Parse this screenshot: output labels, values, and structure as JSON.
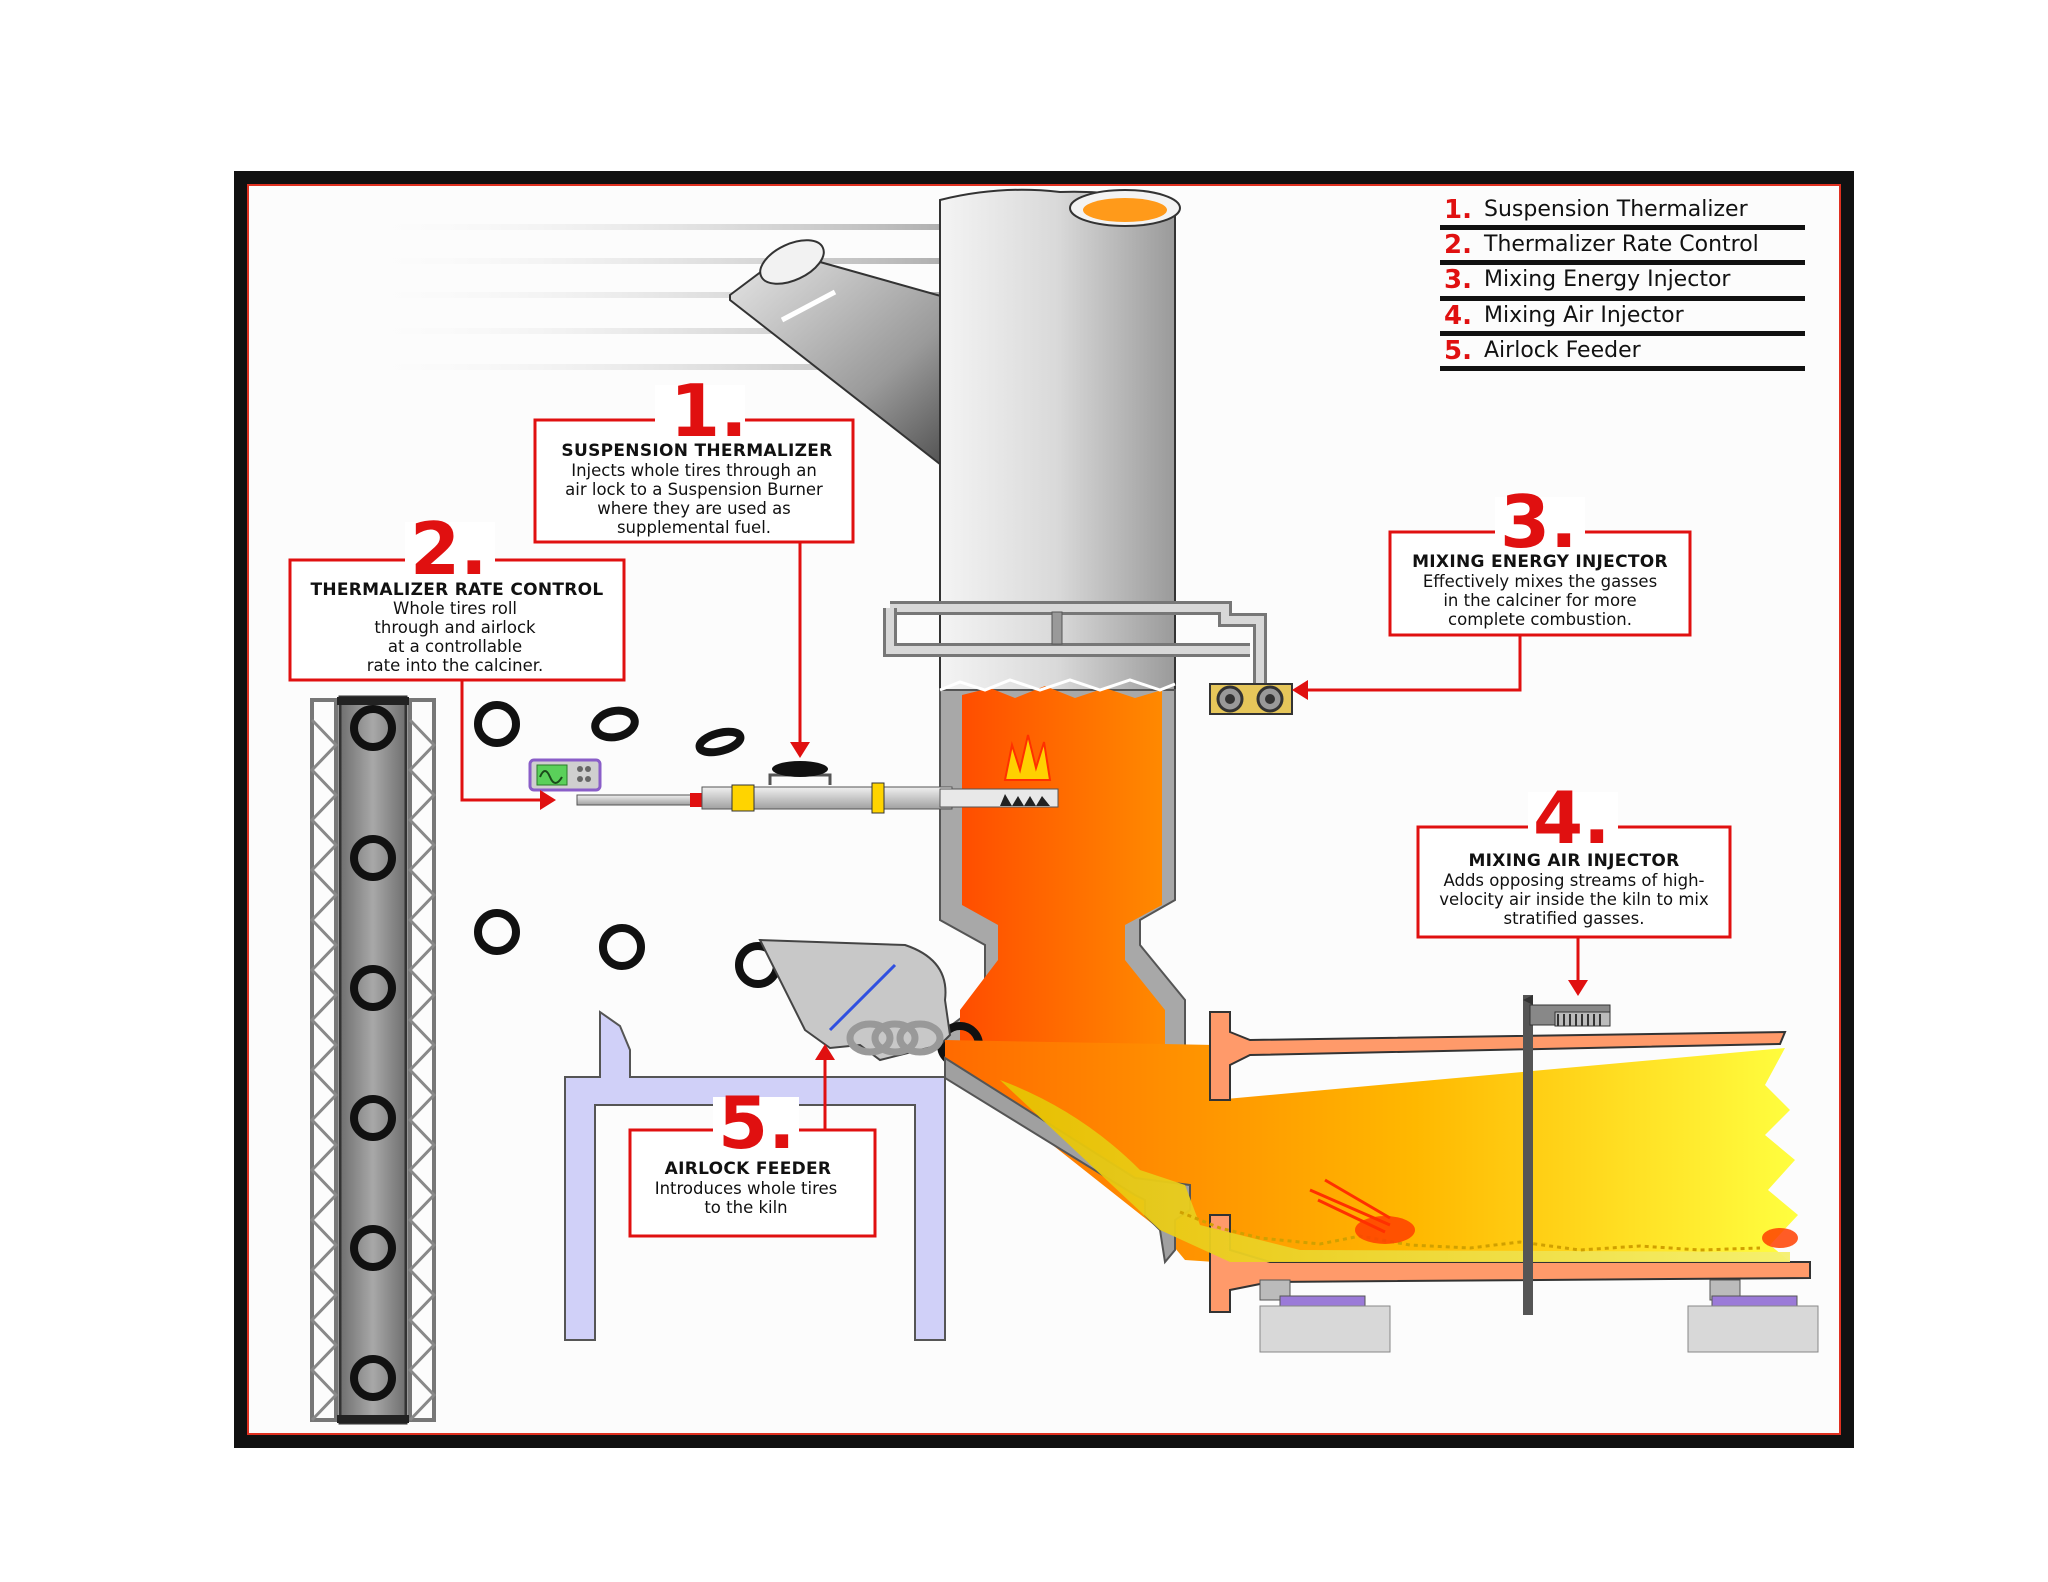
{
  "legend": [
    {
      "num": "1.",
      "label": "Suspension Thermalizer"
    },
    {
      "num": "2.",
      "label": "Thermalizer Rate Control"
    },
    {
      "num": "3.",
      "label": "Mixing Energy Injector"
    },
    {
      "num": "4.",
      "label": "Mixing Air Injector"
    },
    {
      "num": "5.",
      "label": "Airlock Feeder"
    }
  ],
  "callouts": {
    "c1": {
      "num": "1.",
      "title": "SUSPENSION THERMALIZER",
      "lines": [
        "Injects whole tires through an",
        "air lock to a Suspension Burner",
        "where they are used as",
        "supplemental fuel."
      ]
    },
    "c2": {
      "num": "2.",
      "title": "THERMALIZER RATE CONTROL",
      "lines": [
        "Whole tires roll",
        "through and airlock",
        "at a controllable",
        "rate into the calciner."
      ]
    },
    "c3": {
      "num": "3.",
      "title": "MIXING ENERGY INJECTOR",
      "lines": [
        "Effectively mixes the gasses",
        "in the calciner for more",
        "complete combustion."
      ]
    },
    "c4": {
      "num": "4.",
      "title": "MIXING AIR INJECTOR",
      "lines": [
        "Adds opposing streams of high-",
        "velocity air inside the kiln to mix",
        "stratified gasses."
      ]
    },
    "c5": {
      "num": "5.",
      "title": "AIRLOCK FEEDER",
      "lines": [
        "Introduces whole tires",
        "to the kiln"
      ]
    }
  },
  "colors": {
    "frame": "#111111",
    "frame_inner": "#e03020",
    "accent_red": "#e01010",
    "calciner_flame": "#ff6a00",
    "kiln_hot": "#ffcc00",
    "conveyor": "#8a8a8a"
  }
}
